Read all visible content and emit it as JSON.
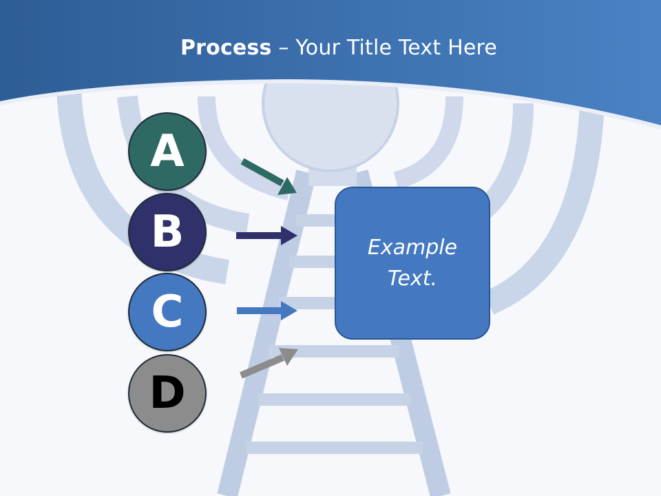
{
  "title": {
    "bold": "Process",
    "rest": " – Your Title Text Here"
  },
  "steps": [
    {
      "letter": "A",
      "color": "#2e6a63",
      "text_color": "#ffffff",
      "arrow_color": "#2e6a63"
    },
    {
      "letter": "B",
      "color": "#30306a",
      "text_color": "#ffffff",
      "arrow_color": "#30306a"
    },
    {
      "letter": "C",
      "color": "#4478c0",
      "text_color": "#ffffff",
      "arrow_color": "#4478c0"
    },
    {
      "letter": "D",
      "color": "#8c8c8c",
      "text_color": "#000000",
      "arrow_color": "#8c8c8c"
    }
  ],
  "box": {
    "text": "Example\nText."
  },
  "theme": {
    "header_dark": "#2e5d95",
    "header_light": "#4a82c4",
    "tower": "#c8d4e8"
  }
}
